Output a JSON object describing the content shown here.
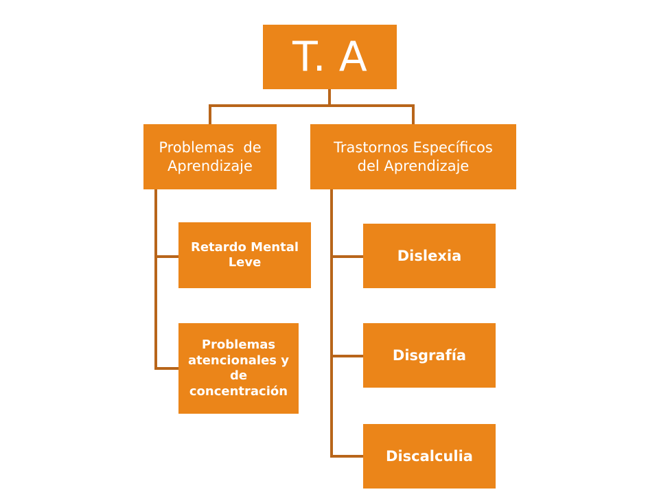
{
  "colors": {
    "box_fill": "#EB8519",
    "line_color": "#B8651A",
    "text_color": "#FFFFFF"
  },
  "diagram": {
    "root": {
      "label": "T. A"
    },
    "branches": [
      {
        "label": "Problemas  de Aprendizaje",
        "children": [
          {
            "label": "Retardo Mental Leve"
          },
          {
            "label": "Problemas atencionales y de concentración"
          }
        ]
      },
      {
        "label": "Trastornos Específicos del Aprendizaje",
        "children": [
          {
            "label": "Dislexia"
          },
          {
            "label": "Disgrafía"
          },
          {
            "label": "Discalculia"
          }
        ]
      }
    ]
  }
}
